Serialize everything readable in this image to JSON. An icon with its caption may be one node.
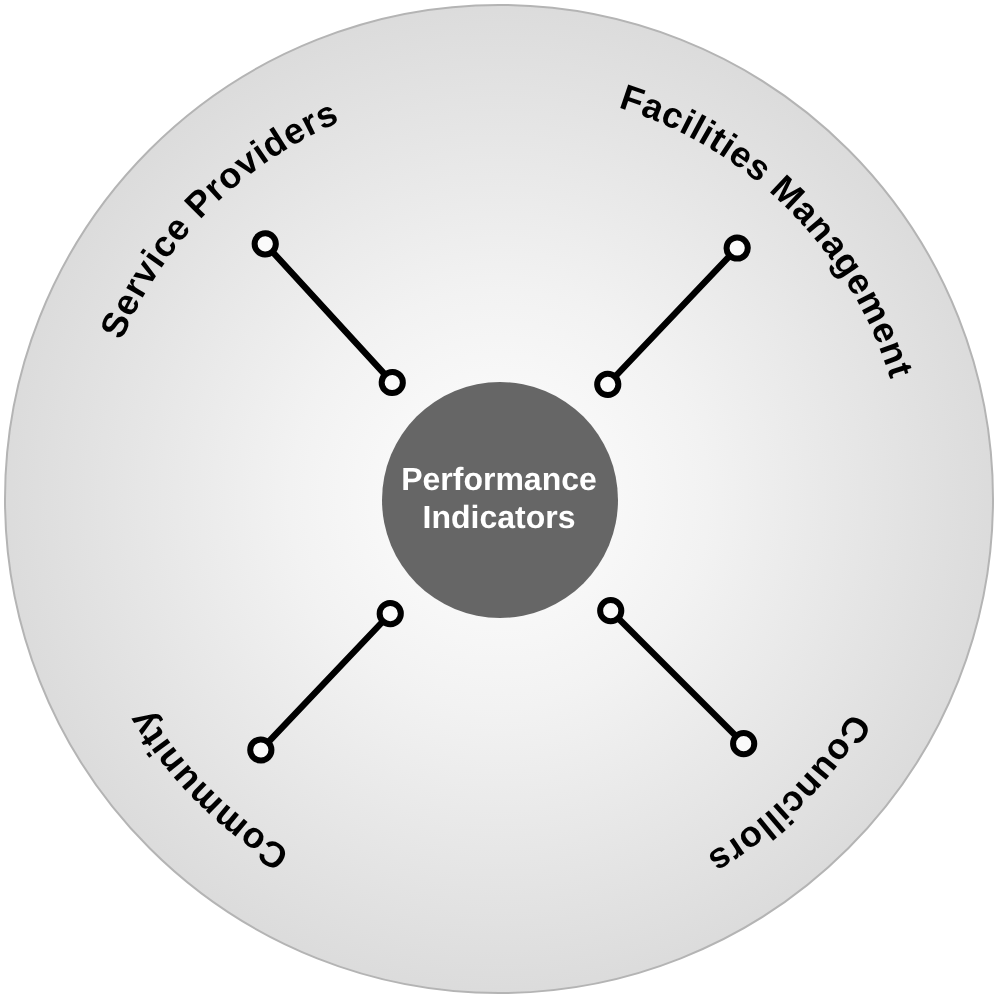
{
  "diagram": {
    "nodes": [
      {
        "text": [],
        "shape": "circle"
      },
      {
        "text": [
          "Service Providers"
        ],
        "in": 0
      },
      {
        "text": [
          "Facilities Management"
        ],
        "in": 0
      },
      {
        "text": [
          "Performance Indicators"
        ],
        "in": 0
      },
      {
        "text": [
          "Community"
        ],
        "in": 0
      },
      {
        "text": [
          "Councillors"
        ],
        "in": 0
      }
    ],
    "edges": [
      {
        "from": 1,
        "to": 3,
        "arrow": "other"
      },
      {
        "from": 2,
        "to": 3,
        "arrow": "other"
      },
      {
        "from": 3,
        "to": 4,
        "arrow": "other"
      },
      {
        "from": 3,
        "to": 5,
        "arrow": "other"
      }
    ]
  }
}
